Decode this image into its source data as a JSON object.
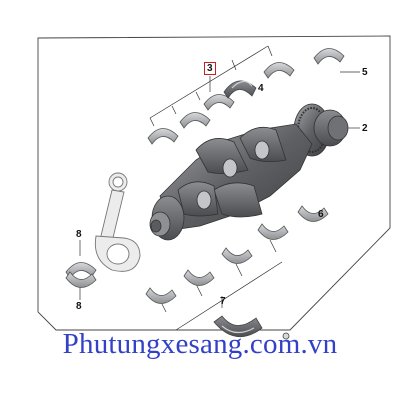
{
  "callouts": {
    "c2": "2",
    "c3": "3",
    "c4": "4",
    "c5": "5",
    "c6": "6",
    "c7": "7",
    "c8a": "8",
    "c8b": "8"
  },
  "watermark": "Phutungxesang.com.vn",
  "colors": {
    "frame": "#444444",
    "highlight": "#cc1f1f",
    "watermark": "#3340c8",
    "metal_dark": "#5a5c60",
    "metal_light": "#b9bbbe",
    "rod": "#e8e8e8"
  }
}
